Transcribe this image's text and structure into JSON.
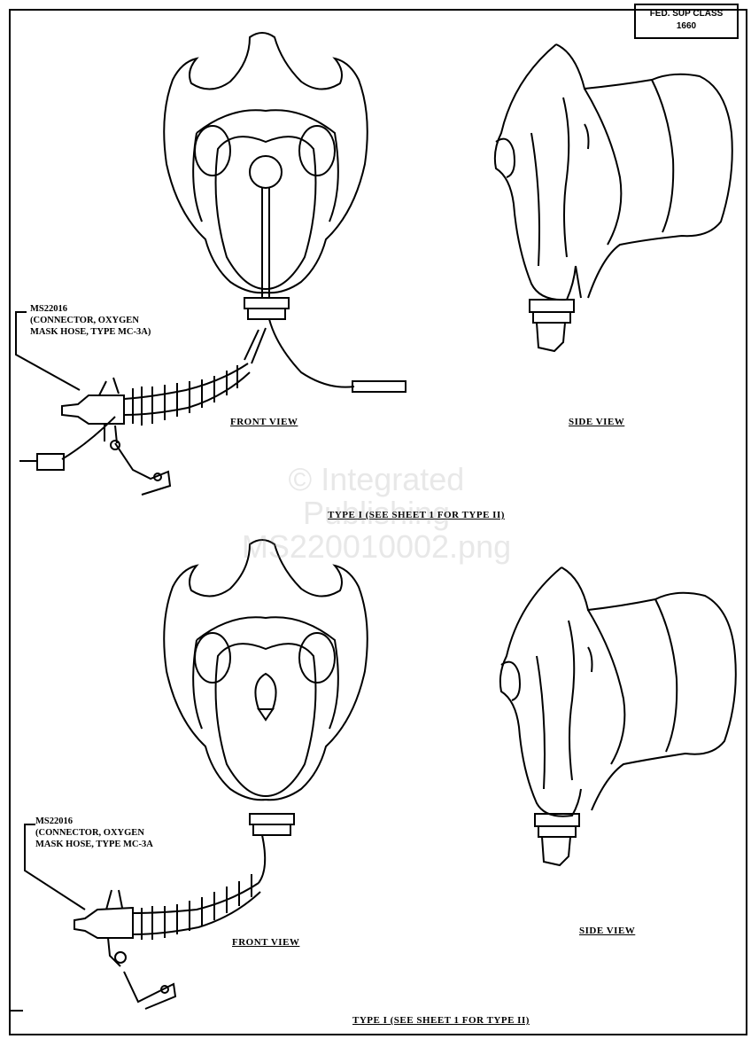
{
  "header": {
    "fsc_label": "FED. SUP CLASS",
    "fsc_value": "1660"
  },
  "type1": {
    "callout": "MS22016\n(CONNECTOR, OXYGEN\nMASK HOSE, TYPE MC-3A)",
    "front_view_label": "FRONT VIEW",
    "side_view_label": "SIDE VIEW",
    "caption": "TYPE I (SEE SHEET 1 FOR TYPE II)"
  },
  "type2": {
    "callout": "MS22016\n(CONNECTOR, OXYGEN\nMASK HOSE, TYPE MC-3A",
    "front_view_label": "FRONT VIEW",
    "side_view_label": "SIDE VIEW",
    "caption": "TYPE I (SEE SHEET 1 FOR TYPE II)"
  },
  "watermark": [
    "© Integrated",
    "Publishing",
    "MS220010002.png"
  ]
}
